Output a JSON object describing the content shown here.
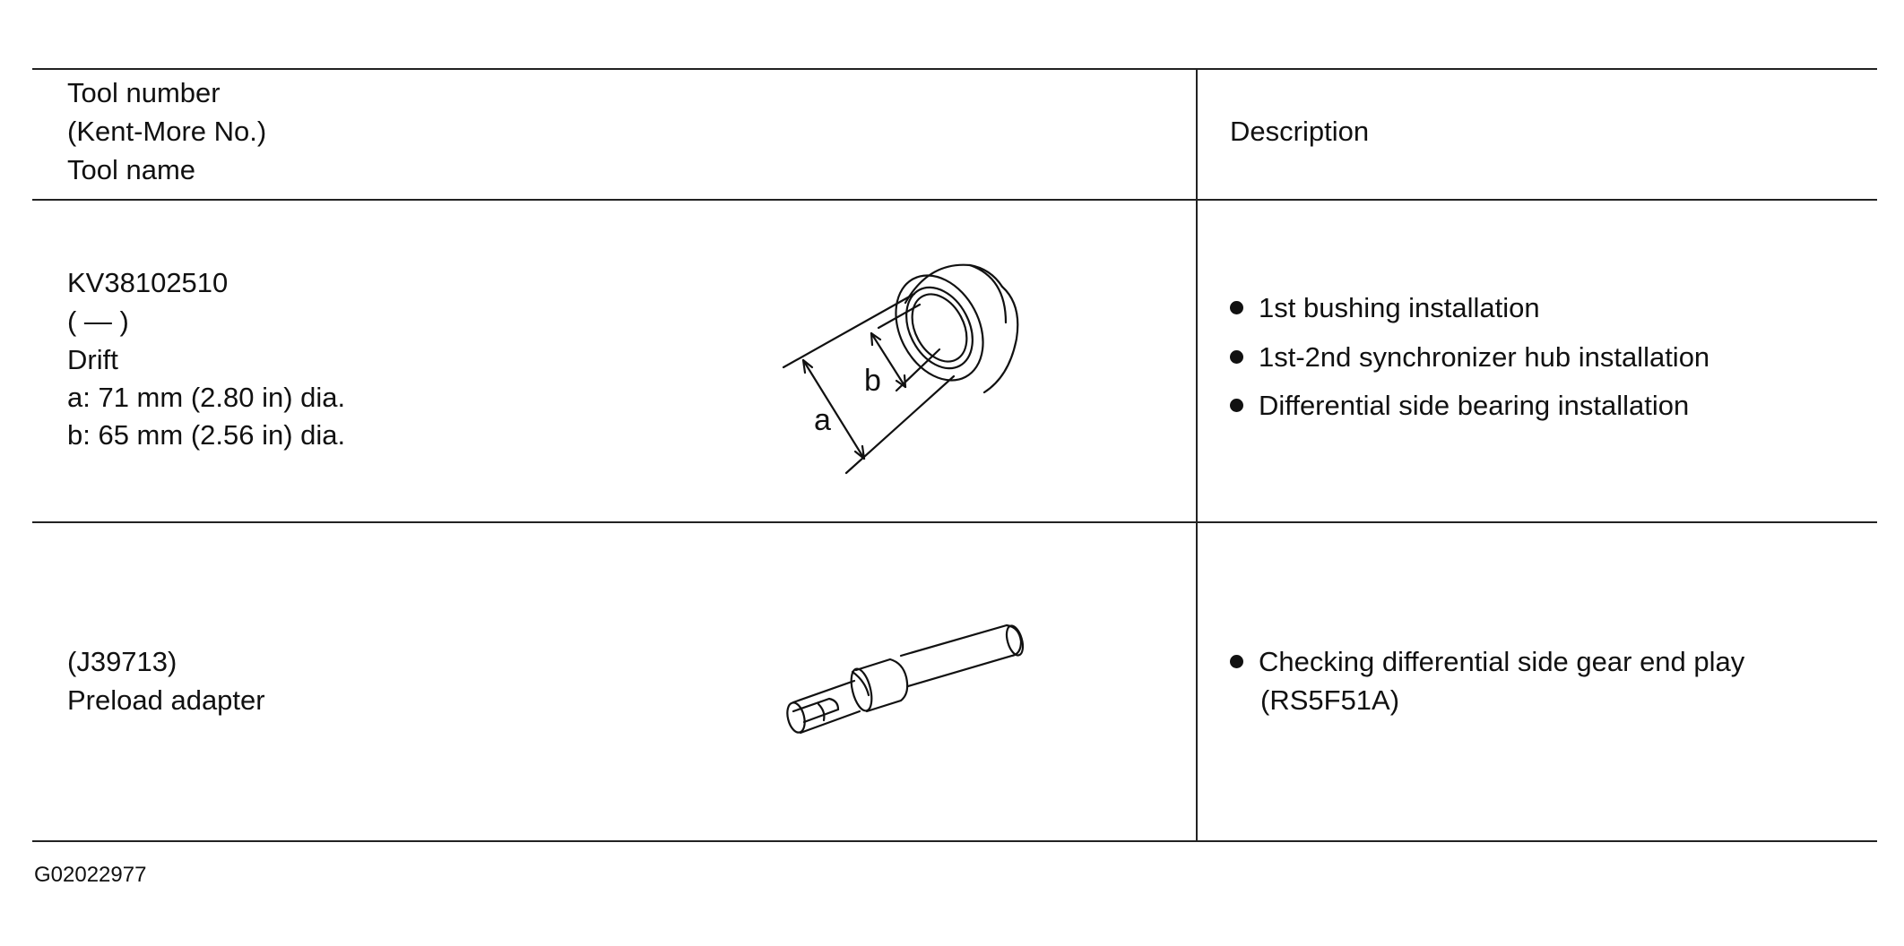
{
  "header": {
    "tool_line1": "Tool number",
    "tool_line2": "(Kent-More No.)",
    "tool_line3": "Tool name",
    "description": "Description"
  },
  "rows": [
    {
      "tool_number": "KV38102510",
      "kent_more": "( — )",
      "tool_name": "Drift",
      "spec_a": "a: 71 mm (2.80 in) dia.",
      "spec_b": "b: 65 mm (2.56 in) dia.",
      "illustration_labels": {
        "a": "a",
        "b": "b"
      },
      "descriptions": [
        "1st bushing installation",
        "1st-2nd synchronizer hub installation",
        "Differential side bearing installation"
      ]
    },
    {
      "kent_more": "(J39713)",
      "tool_name": "Preload adapter",
      "descriptions": [
        "Checking differential side gear end play"
      ],
      "description_continuation": "(RS5F51A)"
    }
  ],
  "figure_id": "G02022977"
}
